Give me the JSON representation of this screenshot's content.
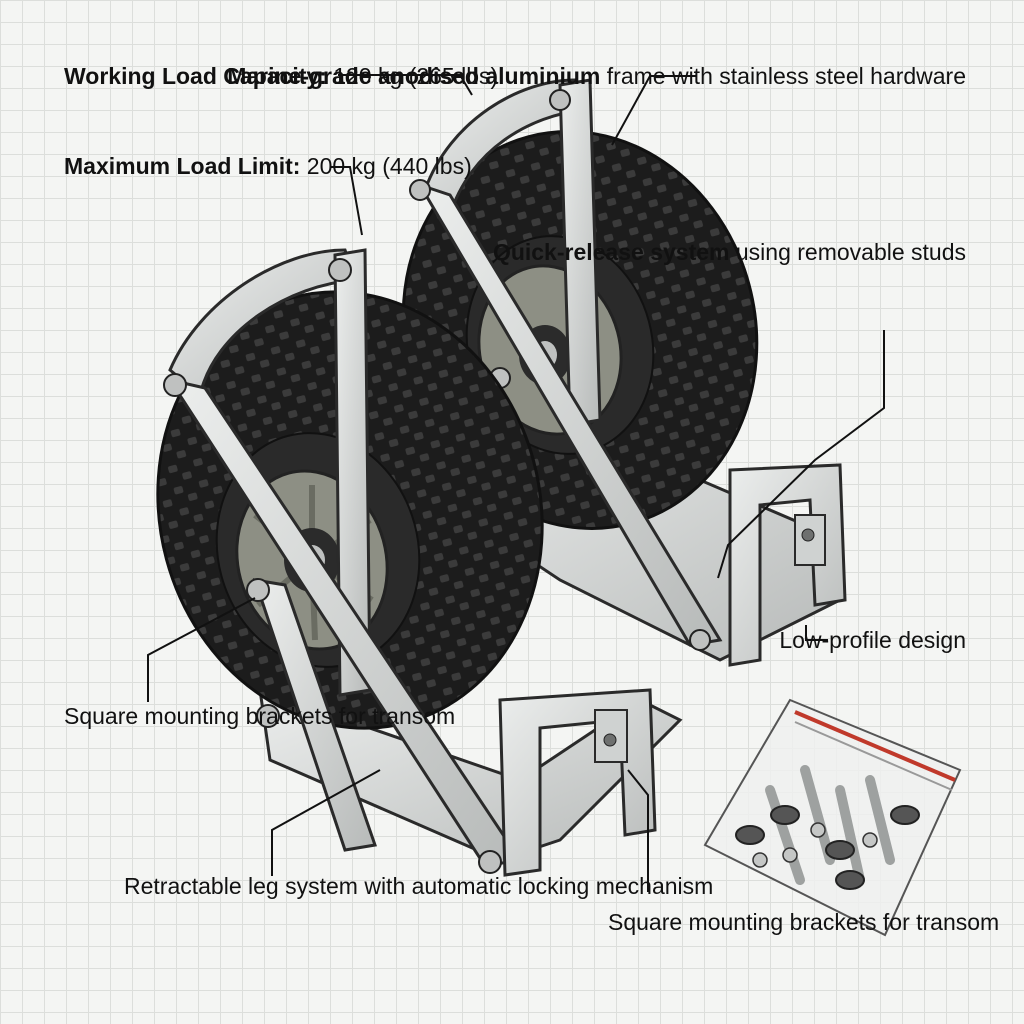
{
  "callouts": {
    "working_load": {
      "heading": "Working Load Capacity:",
      "value": "120 kg (265 lbs)"
    },
    "max_load": {
      "heading": "Maximum Load Limit:",
      "value": "200 kg (440 lbs)"
    },
    "frame": {
      "bold_1": "Marine-grade anodised",
      "bold_2": "aluminium",
      "normal_2": " frame with",
      "normal_3": "stainless steel hardware"
    },
    "quick_release": {
      "bold_1": "Quick-release",
      "bold_2": "system",
      "normal_2": " using",
      "normal_3": "removable studs"
    },
    "low_profile": {
      "line_1": "Low-profile",
      "line_2": "design"
    },
    "brackets_left": {
      "line_1": "Square mounting",
      "line_2": "brackets",
      "line_3": "for transom"
    },
    "retractable": {
      "line_1": "Retractable leg system",
      "line_2": "with automatic locking",
      "line_3": "mechanism"
    },
    "brackets_bottom": {
      "line_1": "Square mounting",
      "line_2": "brackets for transom"
    }
  },
  "colors": {
    "tyre": "#1f1f1f",
    "tread": "#3a3a3a",
    "hub": "#8d8f84",
    "metal": "#d7d9d8",
    "metal_dark": "#a9acab",
    "outline": "#2a2a2a",
    "bag_seal": "#c0392b"
  },
  "icons": [
    "wheel-icon",
    "bracket-icon",
    "hardware-bag-icon"
  ]
}
